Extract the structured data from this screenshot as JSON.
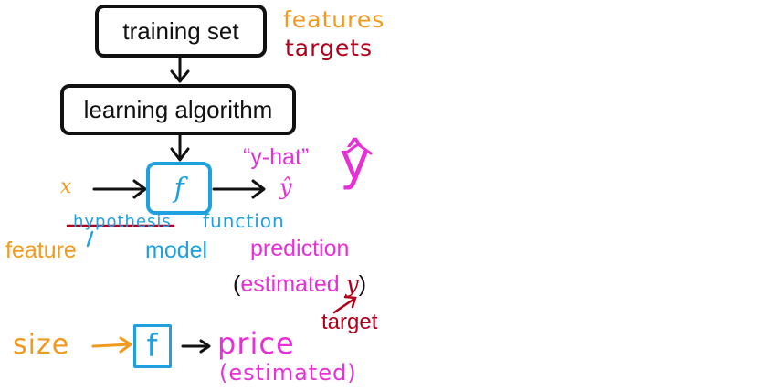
{
  "nodes": {
    "training_set": "training set",
    "learning_algorithm": "learning algorithm",
    "function_symbol": "f",
    "size_box_symbol": "f"
  },
  "annotations": {
    "features": "features",
    "targets": "targets",
    "x_symbol": "x",
    "y_hat_symbol": "ŷ",
    "y_hat_name": "“y-hat”",
    "y_hat_big": "ŷ",
    "hypothesis_struck": "hypothesis",
    "function_word": "function",
    "feature": "feature",
    "model": "model",
    "prediction": "prediction",
    "estimated_open": "(",
    "estimated_word": "estimated",
    "estimated_y": "y",
    "estimated_close": ")",
    "target": "target",
    "size": "size",
    "price": "price",
    "price_estimated": "(estimated)"
  },
  "colors": {
    "orange": "#f29a1d",
    "dark_red": "#b1001c",
    "blue": "#1fa0e0",
    "magenta": "#e830d8",
    "black": "#111111"
  }
}
